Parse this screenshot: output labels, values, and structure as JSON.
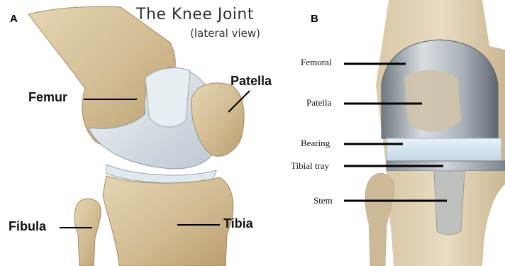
{
  "panel_a": {
    "letter": "A",
    "title": "The Knee Joint",
    "subtitle": "(lateral view)",
    "labels": {
      "femur": "Femur",
      "patella": "Patella",
      "fibula": "Fibula",
      "tibia": "Tibia"
    }
  },
  "panel_b": {
    "letter": "B",
    "labels": {
      "femoral": "Femoral",
      "patella": "Patella",
      "bearing": "Bearing",
      "tibial_tray": "Tibial tray",
      "stem": "Stem"
    }
  }
}
